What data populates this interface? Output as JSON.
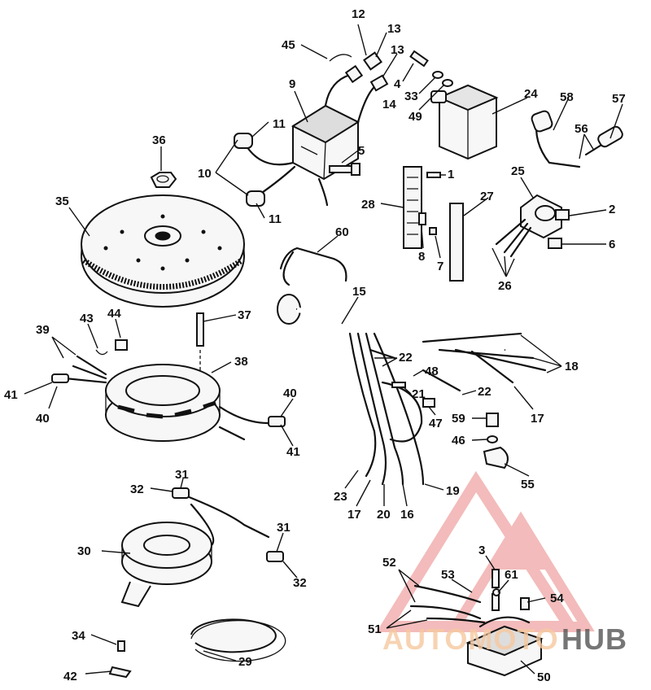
{
  "diagram": {
    "callouts": {
      "c12": "12",
      "c13a": "13",
      "c13b": "13",
      "c45": "45",
      "c4": "4",
      "c14": "14",
      "c33": "33",
      "c49": "49",
      "c24": "24",
      "c58": "58",
      "c57": "57",
      "c56": "56",
      "c9": "9",
      "c11a": "11",
      "c11b": "11",
      "c5": "5",
      "c10": "10",
      "c36": "36",
      "c1": "1",
      "c25": "25",
      "c28": "28",
      "c27": "27",
      "c2": "2",
      "c8": "8",
      "c7": "7",
      "c6": "6",
      "c26": "26",
      "c35": "35",
      "c60": "60",
      "c15": "15",
      "c37": "37",
      "c43": "43",
      "c44": "44",
      "c39": "39",
      "c38": "38",
      "c22a": "22",
      "c18": "18",
      "c48": "48",
      "c21": "21",
      "c22b": "22",
      "c41a": "41",
      "c40a": "40",
      "c40b": "40",
      "c41b": "41",
      "c47": "47",
      "c17a": "17",
      "c59": "59",
      "c46": "46",
      "c55": "55",
      "c31a": "31",
      "c32a": "32",
      "c23": "23",
      "c17b": "17",
      "c20": "20",
      "c16": "16",
      "c19": "19",
      "c30": "30",
      "c31b": "31",
      "c32b": "32",
      "c3": "3",
      "c52": "52",
      "c53": "53",
      "c61": "61",
      "c54": "54",
      "c51": "51",
      "c34": "34",
      "c29": "29",
      "c42": "42",
      "c50": "50"
    }
  },
  "watermark": {
    "word_part1": "AUTOMOTO",
    "word_part2": "HUB",
    "color_primary": "#f0a5a5",
    "color_secondary": "#f6c9a0",
    "color_text_dark": "#555555"
  }
}
